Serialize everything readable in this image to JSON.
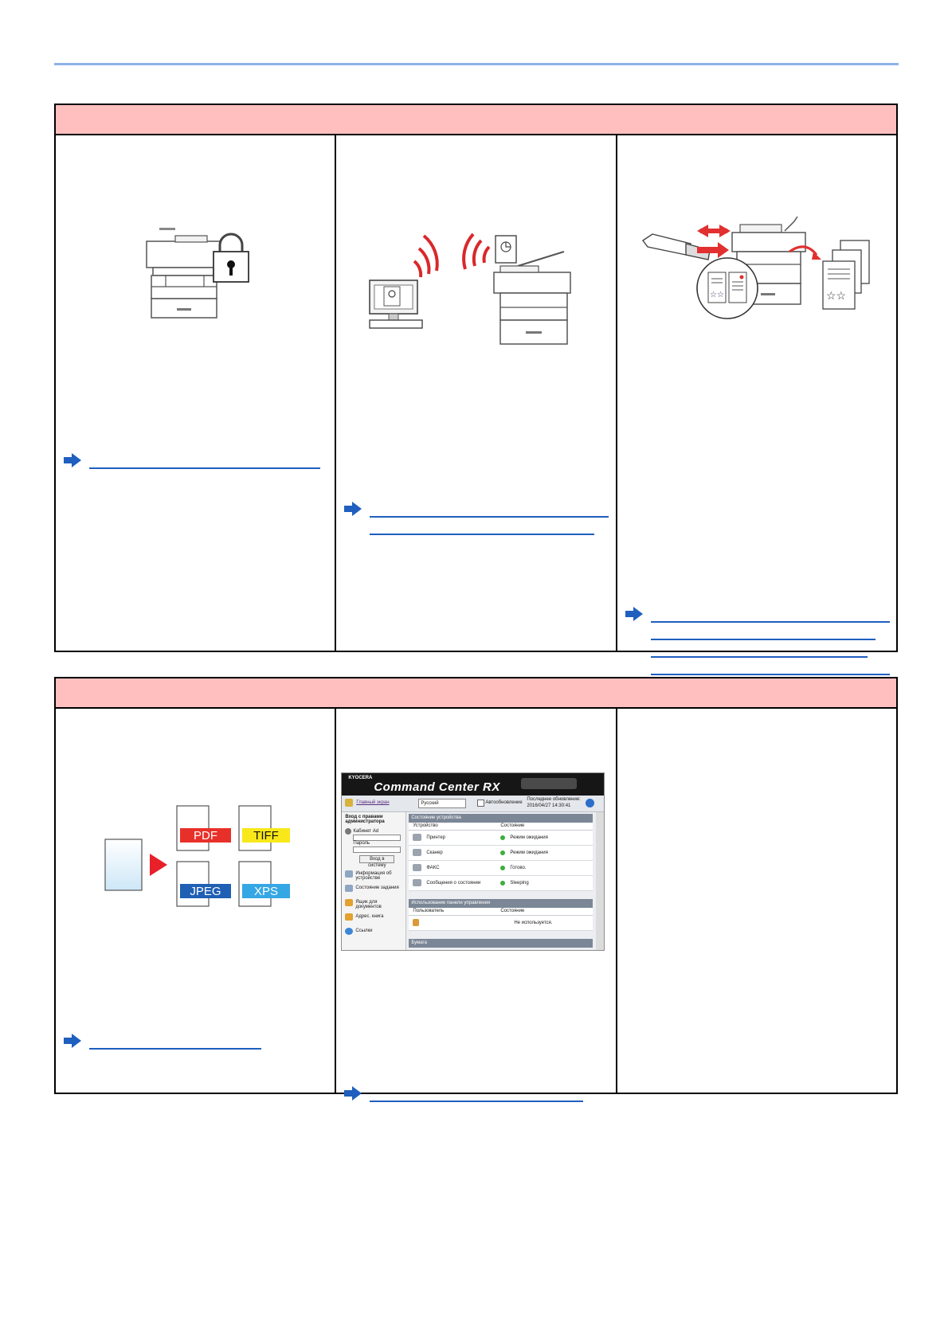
{
  "colors": {
    "top_rule": "#8db2e8",
    "section_header": "#ffbfbf",
    "link": "#1f5fbf",
    "arrow": "#1f5fbf",
    "accent_red": "#e23030"
  },
  "sections": [
    {
      "columns": [
        {
          "illustration": "device-lock-icon",
          "reference_lines": 1
        },
        {
          "illustration": "wireless-print-icon",
          "reference_lines": 2
        },
        {
          "illustration": "usb-memory-print-icon",
          "reference_lines": 4
        }
      ]
    },
    {
      "columns": [
        {
          "illustration": "file-formats-icon",
          "reference_lines": 1
        },
        {
          "illustration": "command-center-screenshot",
          "reference_lines": 1
        },
        {
          "illustration": "",
          "reference_lines": 0
        }
      ]
    }
  ],
  "formats": {
    "pdf": "PDF",
    "tiff": "TIFF",
    "jpeg": "JPEG",
    "xps": "XPS"
  },
  "screenshot": {
    "brand": "KYOCERA",
    "title": "Command Center RX",
    "home_link": "Главный экран",
    "language": "Русский",
    "auto_refresh": "Автообновление",
    "last_update_label": "Последнее обновление:",
    "last_update_value": "2016/04/27 14:30:41",
    "login_title": "Вход с правами администратора",
    "user_name_label": "Кабинет Ad",
    "password_label": "Пароль",
    "login_button": "Вход в систему",
    "sidebar": [
      "Информация об устройстве",
      "Состояние задания",
      "Ящик для документов",
      "Адрес. книга",
      "Ссылки"
    ],
    "device_status_header": "Состояние устройства",
    "col_device": "Устройство",
    "col_status": "Состояние",
    "devices": [
      {
        "name": "Принтер",
        "status": "Режим ожидания"
      },
      {
        "name": "Сканер",
        "status": "Режим ожидания"
      },
      {
        "name": "ФАКС",
        "status": "Готово."
      },
      {
        "name": "Сообщения о состоянии",
        "status": "Sleeping"
      }
    ],
    "usage_header": "Использование панели управления",
    "col_user": "Пользователь",
    "col_state": "Состояние",
    "usage_status": "Не используется.",
    "paper_header": "Бумага"
  }
}
